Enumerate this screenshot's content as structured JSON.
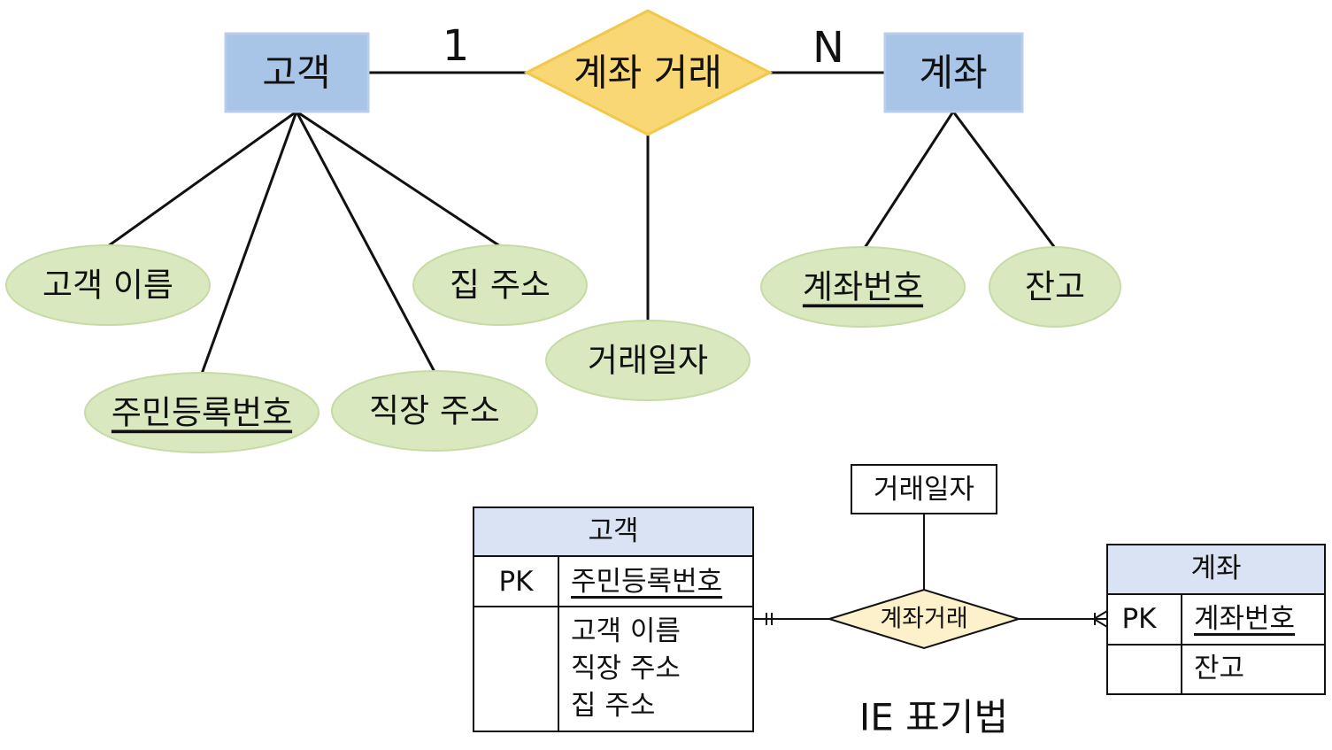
{
  "chen": {
    "customer": {
      "label": "고객",
      "attributes": [
        {
          "label": "고객 이름",
          "key": false
        },
        {
          "label": "주민등록번호",
          "key": true
        },
        {
          "label": "직장 주소",
          "key": false
        },
        {
          "label": "집 주소",
          "key": false
        }
      ]
    },
    "relationship": {
      "label": "계좌 거래",
      "attributes": [
        {
          "label": "거래일자",
          "key": false
        }
      ]
    },
    "account": {
      "label": "계좌",
      "attributes": [
        {
          "label": "계좌번호",
          "key": true
        },
        {
          "label": "잔고",
          "key": false
        }
      ]
    },
    "cardinality": {
      "customer_side": "1",
      "account_side": "N"
    }
  },
  "ie": {
    "customer_table": {
      "title": "고객",
      "pk_marker": "PK",
      "pk_field": "주민등록번호",
      "fields": [
        "고객 이름",
        "직장 주소",
        "집 주소"
      ]
    },
    "relationship": {
      "label": "계좌거래",
      "attribute": "거래일자"
    },
    "account_table": {
      "title": "계좌",
      "pk_marker": "PK",
      "pk_field": "계좌번호",
      "fields": [
        "잔고"
      ]
    },
    "end_symbols": {
      "customer_side": "mandatory-one-icon",
      "account_side": "one-or-many-icon"
    },
    "caption": "IE 표기법"
  },
  "colors": {
    "entity_fill": "#a8c4e6",
    "relationship_fill": "#f9d774",
    "attribute_fill": "#d9e8bf",
    "ie_header_fill": "#dae3f3",
    "ie_relationship_fill": "#fdf1cb",
    "caption_color": "#3a73c2"
  }
}
